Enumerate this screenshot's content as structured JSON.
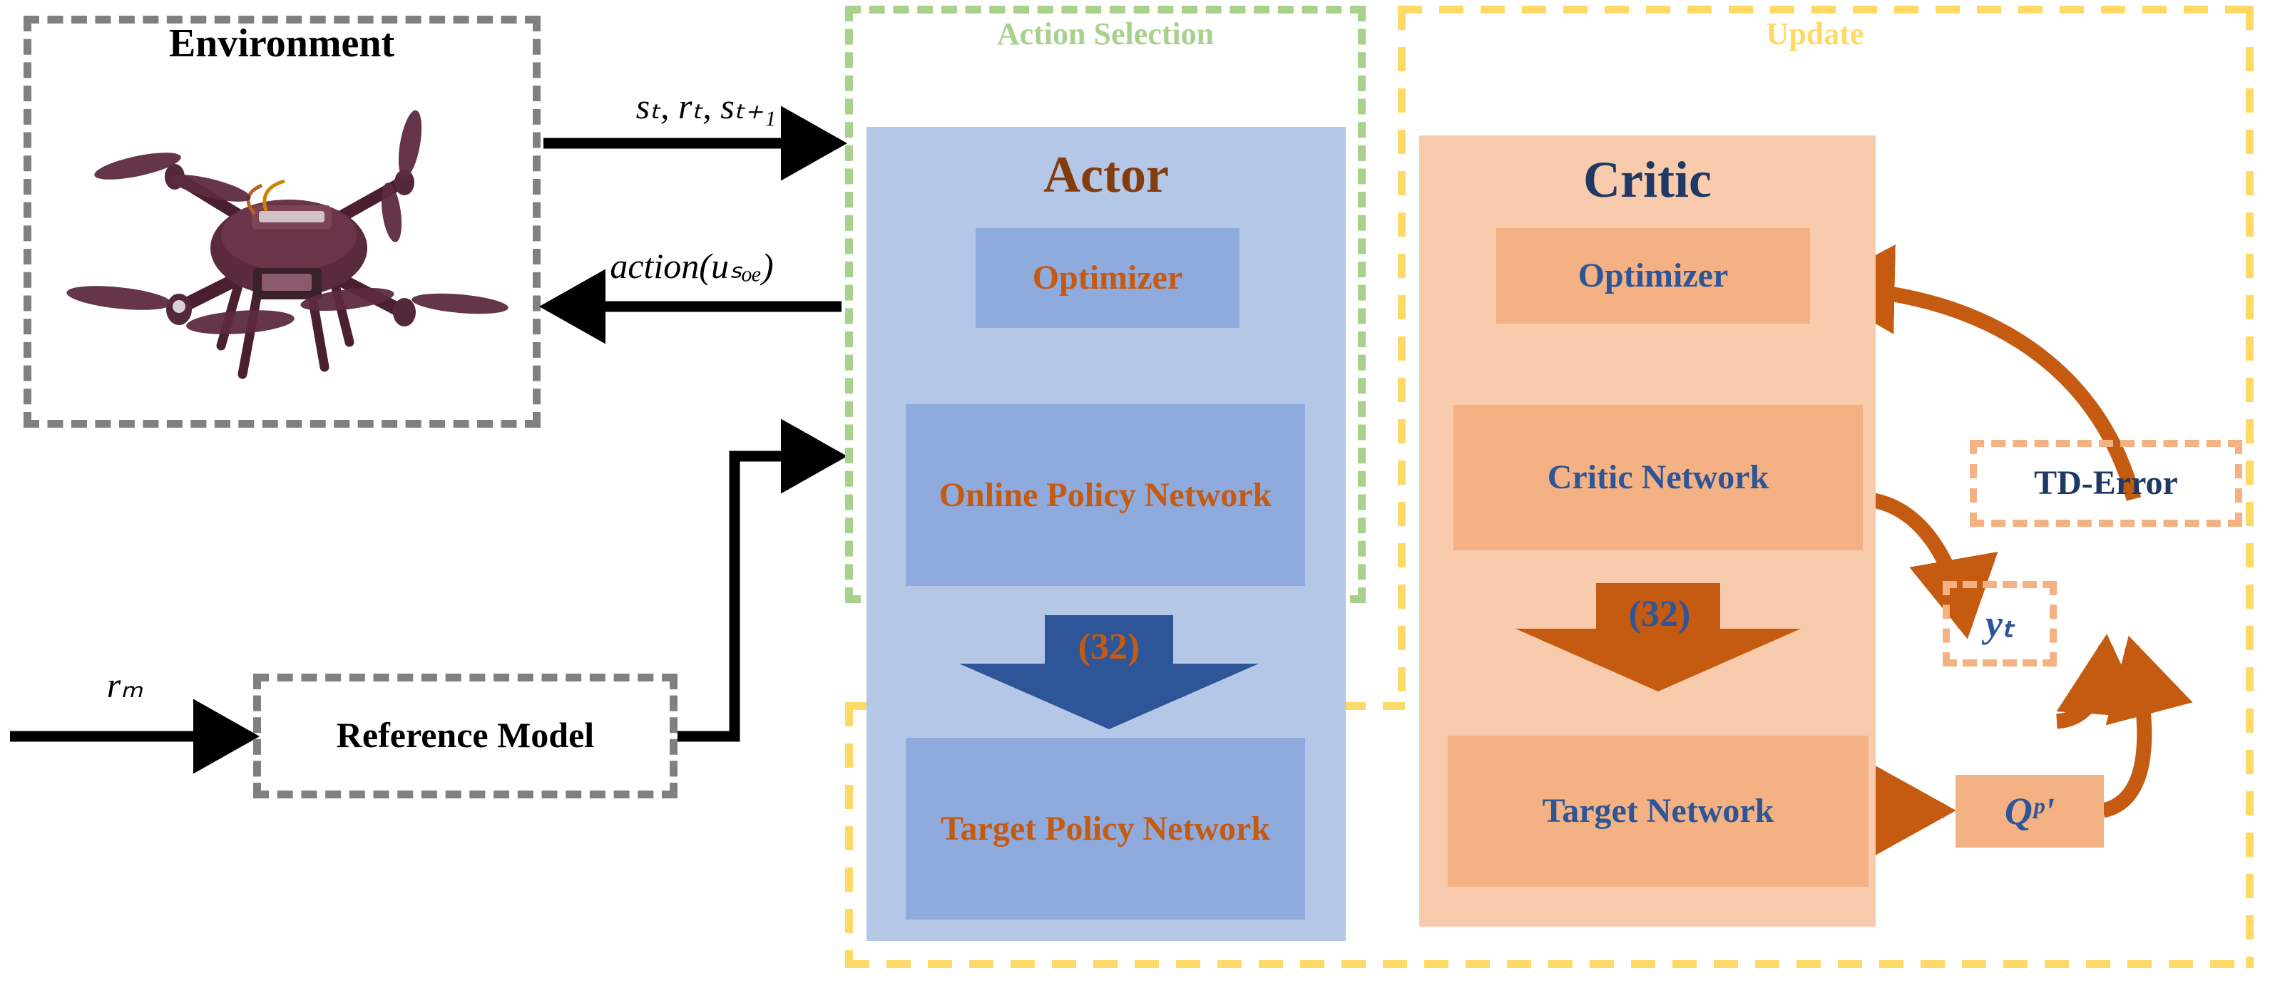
{
  "colors": {
    "gray_dash": "#808080",
    "green_dash": "#A9D18E",
    "yellow_dash": "#FFD966",
    "actor_panel": "#B4C7E7",
    "actor_inner": "#8FAADC",
    "actor_arrow": "#2E5597",
    "critic_panel": "#F8CBAD",
    "critic_inner": "#F4B183",
    "critic_arrow": "#C55A11",
    "orange_text": "#C55A11",
    "blue_text": "#2E5597",
    "black": "#000000",
    "peach_dash": "#F4B183"
  },
  "environment": {
    "title": "Environment",
    "image_alt": "quadcopter-drone-photo"
  },
  "reference_model": {
    "title": "Reference Model",
    "input_label": "rₘ"
  },
  "flow_labels": {
    "to_agent": "sₜ, rₜ, sₜ₊₁",
    "to_env": "action(uₛₒₑ)"
  },
  "action_selection": {
    "title": "Action Selection"
  },
  "update": {
    "title": "Update"
  },
  "actor": {
    "title": "Actor",
    "optimizer": "Optimizer",
    "online_policy_network": "Online Policy Network",
    "target_policy_network": "Target Policy Network",
    "batch_label": "(32)"
  },
  "critic": {
    "title": "Critic",
    "optimizer": "Optimizer",
    "critic_network": "Critic Network",
    "target_network": "Target Network",
    "batch_label": "(32)"
  },
  "right_column": {
    "td_error": "TD-Error",
    "y_t": "yₜ",
    "q_pi": "Qᵖʹ"
  }
}
